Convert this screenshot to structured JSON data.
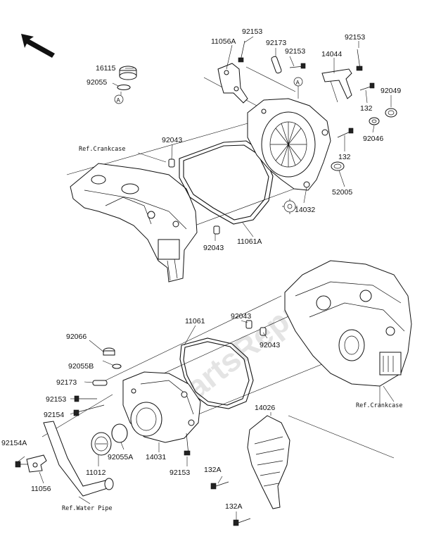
{
  "watermark": "PartsRepublik",
  "labels": {
    "p92153_top": "92153",
    "p11056A": "11056A",
    "p92173_top": "92173",
    "p92153_mid": "92153",
    "p92153_right": "92153",
    "p14044": "14044",
    "p16115": "16115",
    "p92055": "92055",
    "pA_top": "A",
    "pA_circle": "A",
    "p92049": "92049",
    "p132_a": "132",
    "p92046": "92046",
    "p92043_a": "92043",
    "p132_b": "132",
    "p52005": "52005",
    "p14032": "14032",
    "p92043_b": "92043",
    "p11061A": "11061A",
    "p92043_c": "92043",
    "p11061": "11061",
    "p92043_d": "92043",
    "p92066": "92066",
    "p92055B": "92055B",
    "p92173_low": "92173",
    "p92153_low": "92153",
    "p92154": "92154",
    "p92154A": "92154A",
    "p11012": "11012",
    "p92055A": "92055A",
    "p14031": "14031",
    "p92153_bottom": "92153",
    "p11056": "11056",
    "p14026": "14026",
    "p132A_a": "132A",
    "p132A_b": "132A"
  },
  "refs": {
    "crankcase_top": "Ref.Crankcase",
    "crankcase_low": "Ref.Crankcase",
    "water_pipe": "Ref.Water Pipe"
  },
  "icons": {
    "direction_arrow": "front-arrow-icon",
    "gear_stamp": "gear-stamp-icon"
  }
}
